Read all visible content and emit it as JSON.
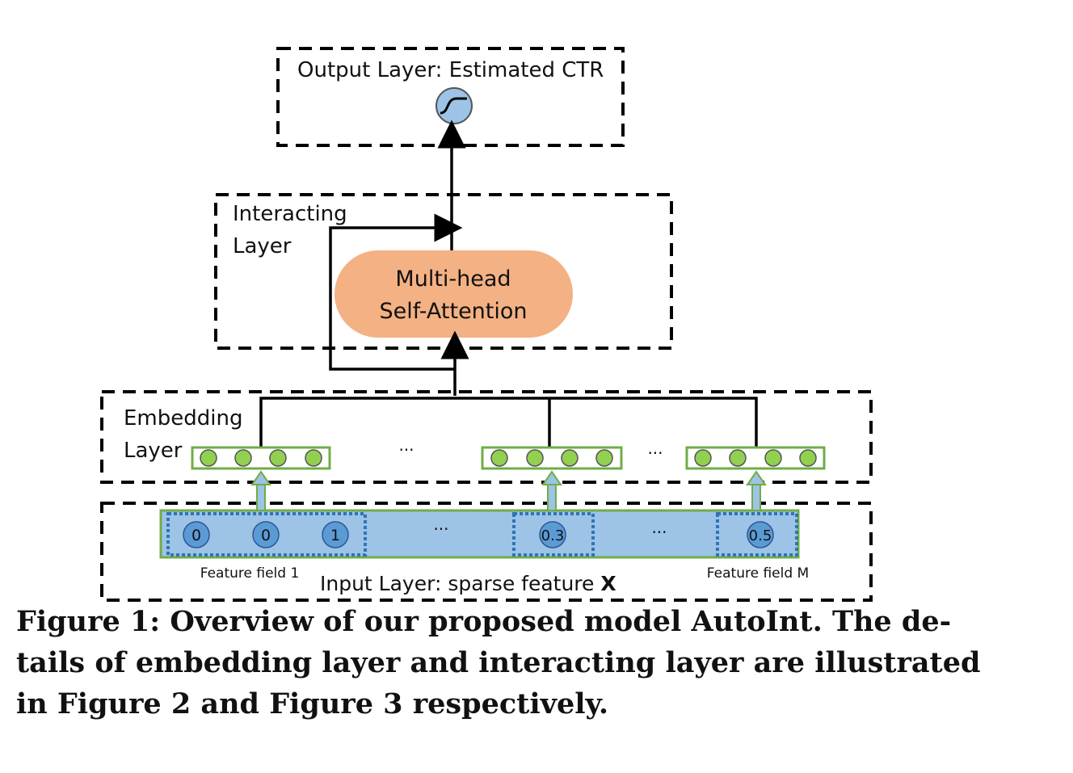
{
  "output_layer": {
    "title": "Output Layer: Estimated CTR"
  },
  "interacting_layer": {
    "title_line1": "Interacting",
    "title_line2": "Layer",
    "block_line1": "Multi-head",
    "block_line2": "Self-Attention"
  },
  "embedding_layer": {
    "title_line1": "Embedding",
    "title_line2": "Layer",
    "ellipsis": "···"
  },
  "input_layer": {
    "title": "Input Layer: sparse feature ",
    "title_symbol": "X",
    "field1_values": [
      "0",
      "0",
      "1"
    ],
    "mid_value": "0.3",
    "last_value": "0.5",
    "ellipsis": "···",
    "field1_label": "Feature field 1",
    "fieldM_label": "Feature field M"
  },
  "caption": {
    "line1": "Figure 1: Overview of our proposed model AutoInt. The de-",
    "line2": "tails of embedding layer and interacting layer are illustrated",
    "line3": "in Figure 2 and Figure 3 respectively."
  },
  "colors": {
    "attention_block": "#f4b183",
    "input_bar": "#9dc3e6",
    "input_node": "#5b9bd5",
    "embed_node": "#92d050",
    "embed_border": "#70ad47",
    "sigmoid_node": "#9dc3e6"
  }
}
